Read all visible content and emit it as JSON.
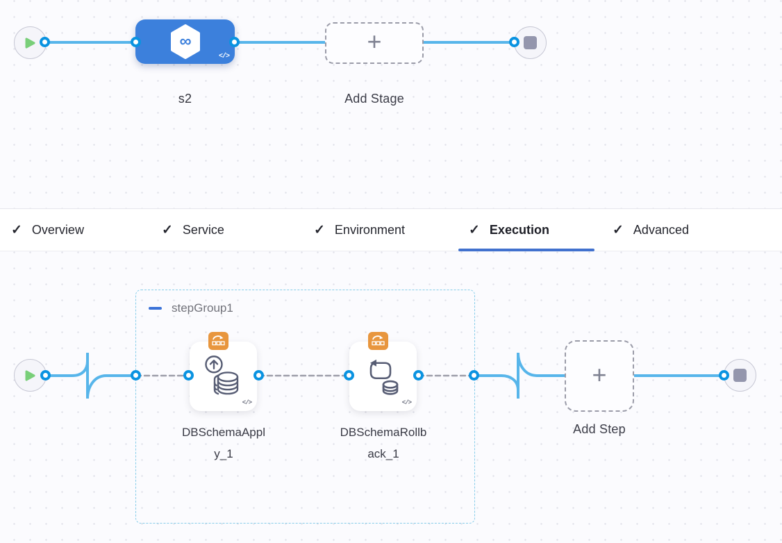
{
  "icons": {
    "check": "✓",
    "plus": "+",
    "code": "</>",
    "minus_note": "collapse-bar",
    "play": "play-triangle",
    "stop": "stop-square"
  },
  "colors": {
    "wire_blue": "#57B5EA",
    "connector_blue": "#0A93E1",
    "stage_node_blue": "#3C80DC",
    "play_green": "#79CF79",
    "badge_orange": "#E8963E",
    "group_border": "#85CCE9",
    "tab_underline": "#4171CE",
    "dashed_link_gray": "#9C9DA9",
    "canvas_bg": "#FBFBFE"
  },
  "stage_canvas": {
    "stage_name": "s2",
    "stage_code_toggle": "</>",
    "add_stage_label": "Add Stage"
  },
  "tabs": [
    {
      "label": "Overview",
      "checked": true,
      "active": false
    },
    {
      "label": "Service",
      "checked": true,
      "active": false
    },
    {
      "label": "Environment",
      "checked": true,
      "active": false
    },
    {
      "label": "Execution",
      "checked": true,
      "active": true
    },
    {
      "label": "Advanced",
      "checked": true,
      "active": false
    }
  ],
  "execution_canvas": {
    "step_group": {
      "name": "stepGroup1"
    },
    "steps": [
      {
        "name": "DBSchemaApply_1",
        "line1": "DBSchemaAppl",
        "line2": "y_1",
        "code_toggle": "</>"
      },
      {
        "name": "DBSchemaRollback_1",
        "line1": "DBSchemaRollb",
        "line2": "ack_1",
        "code_toggle": "</>"
      }
    ],
    "add_step_label": "Add Step"
  }
}
